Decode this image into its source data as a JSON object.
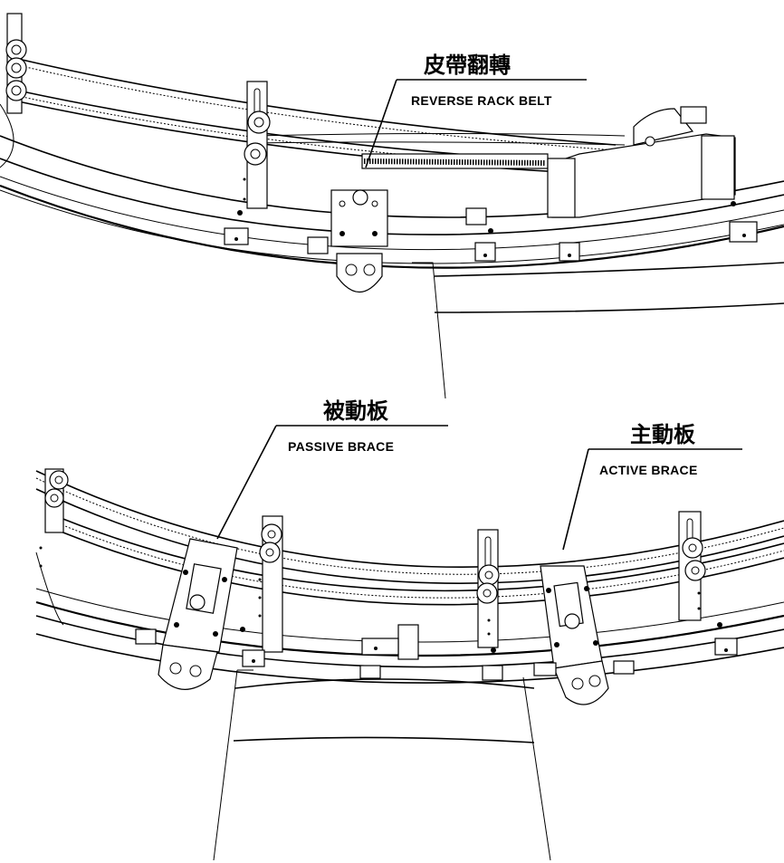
{
  "labels": {
    "reverse_rack_belt": {
      "cn": "皮帶翻轉",
      "en": "REVERSE RACK BELT"
    },
    "passive_brace": {
      "cn": "被動板",
      "en": "PASSIVE BRACE"
    },
    "active_brace": {
      "cn": "主動板",
      "en": "ACTIVE BRACE"
    }
  }
}
